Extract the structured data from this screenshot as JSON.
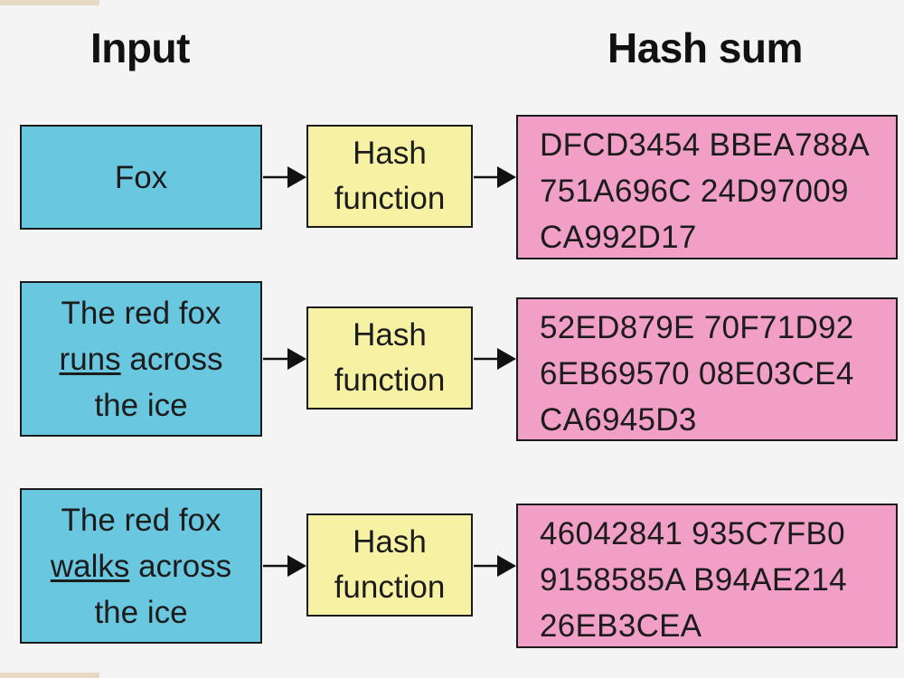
{
  "headings": {
    "input": "Input",
    "hash_sum": "Hash sum"
  },
  "rows": [
    {
      "input_lines": [
        [
          "Fox",
          ""
        ]
      ],
      "function_label": [
        "Hash",
        "function"
      ],
      "hash_lines": [
        "DFCD3454 BBEA788A",
        "751A696C 24D97009",
        "CA992D17"
      ]
    },
    {
      "input_line1": "The red fox",
      "input_verb": "runs",
      "input_verb_rest": " across",
      "input_line3": "the ice",
      "function_label": [
        "Hash",
        "function"
      ],
      "hash_lines": [
        "52ED879E 70F71D92",
        "6EB69570 08E03CE4",
        "CA6945D3"
      ]
    },
    {
      "input_line1": "The red fox",
      "input_verb": "walks",
      "input_verb_rest": " across",
      "input_line3": "the ice",
      "function_label": [
        "Hash",
        "function"
      ],
      "hash_lines": [
        "46042841 935C7FB0",
        "9158585A B94AE214",
        "26EB3CEA"
      ]
    }
  ],
  "row0_input": "Fox",
  "colors": {
    "input_box": "#6ac7e0",
    "function_box": "#f7f1a3",
    "hash_box": "#f29fc8",
    "background": "#f4f4f4"
  }
}
